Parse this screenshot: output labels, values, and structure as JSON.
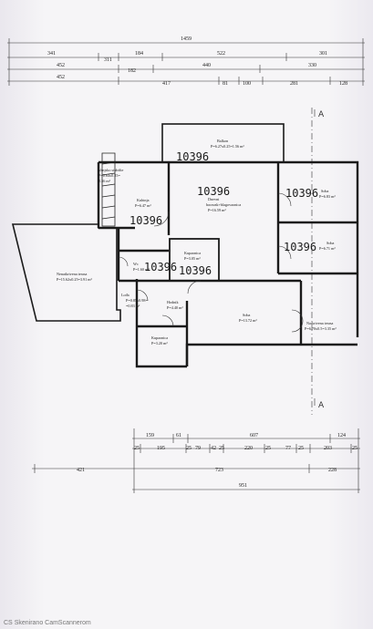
{
  "top_dims": {
    "row1": [
      "1459"
    ],
    "row2": [
      "341",
      "311",
      "184",
      "522",
      "301"
    ],
    "row3": [
      "452",
      "182",
      "440",
      "330"
    ],
    "row4": [
      "452",
      "417",
      "81",
      "100",
      "281",
      "128"
    ]
  },
  "bottom_dims": {
    "row1": [
      "159",
      "61",
      "607",
      "124"
    ],
    "row2": [
      "25",
      "195",
      "25",
      "79",
      "42",
      "25",
      "220",
      "25",
      "77",
      "25",
      "203",
      "25"
    ],
    "row3": [
      "421",
      "723",
      "228"
    ],
    "row4": [
      "951"
    ]
  },
  "section_marks": {
    "top": "A",
    "bottom": "A"
  },
  "rooms": {
    "balkon": {
      "name": "Balkon",
      "area": "P=6.27x0.25=1.56 m²"
    },
    "ulaz": {
      "name": "Vanjsko stubište",
      "area": "P=0.64x0.25=",
      "area2": "2.56 m²"
    },
    "kuhinja": {
      "name": "Kuhinja",
      "area": "P=6.47 m²"
    },
    "dnevni": {
      "name": "Dnevni",
      "name2": "boravak+blagovaonica",
      "area": "P=16.59 m²"
    },
    "soba1": {
      "name": "Soba",
      "area": "P=6.83 m²"
    },
    "soba2": {
      "name": "Soba",
      "area": "P=6.71 m²"
    },
    "wc": {
      "name": "Wc",
      "area": "P=1.60 m²"
    },
    "kupaonica1": {
      "name": "Kupaonica",
      "area": "P=3.05 m²"
    },
    "terasa_l": {
      "name": "Nenatkrivena terasa",
      "area": "P=15.62x0.25=3.91 m²"
    },
    "loda": {
      "name": "Lođa",
      "area": "P=0.85x0.98=",
      "area2": "=0.83 m²"
    },
    "hodnik": {
      "name": "Hodnik",
      "area": "P=4.40 m²"
    },
    "soba3": {
      "name": "Soba",
      "area": "P=13.72 m²"
    },
    "terasa_r": {
      "name": "Natkrivena terasa",
      "area": "P=6.70x0.5=3.35 m²"
    },
    "kupaonica2": {
      "name": "Kupaonica",
      "area": "P=3.20 m²"
    }
  },
  "handwritten": [
    "10396",
    "10396",
    "10396",
    "10396",
    "10396",
    "10396",
    "10396"
  ],
  "footer": "Skenirano CamScannerom",
  "footer_logo": "CS"
}
